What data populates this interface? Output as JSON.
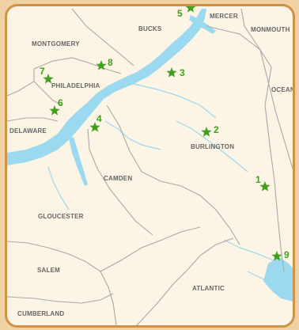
{
  "map": {
    "counties": [
      {
        "name": "MERCER"
      },
      {
        "name": "BUCKS"
      },
      {
        "name": "MONMOUTH"
      },
      {
        "name": "MONTGOMERY"
      },
      {
        "name": "PHILADELPHIA"
      },
      {
        "name": "OCEAN"
      },
      {
        "name": "DELAWARE"
      },
      {
        "name": "BURLINGTON"
      },
      {
        "name": "CAMDEN"
      },
      {
        "name": "GLOUCESTER"
      },
      {
        "name": "SALEM"
      },
      {
        "name": "ATLANTIC"
      },
      {
        "name": "CUMBERLAND"
      }
    ],
    "markers": [
      {
        "number": "1"
      },
      {
        "number": "2"
      },
      {
        "number": "3"
      },
      {
        "number": "4"
      },
      {
        "number": "5"
      },
      {
        "number": "6"
      },
      {
        "number": "7"
      },
      {
        "number": "8"
      },
      {
        "number": "9"
      }
    ],
    "colors": {
      "background": "#fcf4e4",
      "frame": "#cf9247",
      "water": "#9ad9ef",
      "border": "#a9a9a9",
      "marker": "#42a020",
      "label": "#666666"
    }
  }
}
